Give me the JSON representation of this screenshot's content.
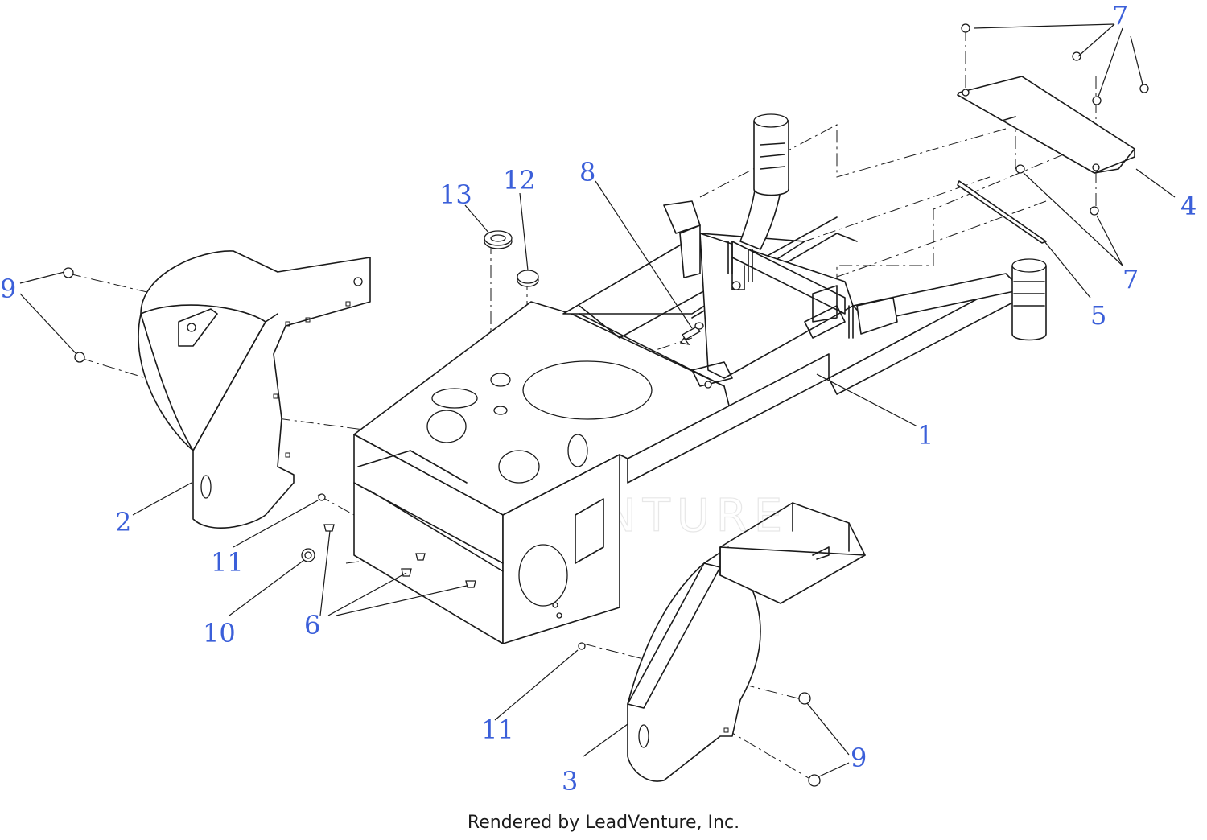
{
  "diagram": {
    "footer": "Rendered by LeadVenture, Inc.",
    "watermark": "LEADVENTURE",
    "accent_color": "#3b5fd9",
    "callouts": [
      {
        "id": "c1",
        "label": "1"
      },
      {
        "id": "c2",
        "label": "2"
      },
      {
        "id": "c3",
        "label": "3"
      },
      {
        "id": "c4",
        "label": "4"
      },
      {
        "id": "c5",
        "label": "5"
      },
      {
        "id": "c6",
        "label": "6"
      },
      {
        "id": "c7a",
        "label": "7"
      },
      {
        "id": "c7b",
        "label": "7"
      },
      {
        "id": "c8",
        "label": "8"
      },
      {
        "id": "c9a",
        "label": "9"
      },
      {
        "id": "c9b",
        "label": "9"
      },
      {
        "id": "c10",
        "label": "10"
      },
      {
        "id": "c11a",
        "label": "11"
      },
      {
        "id": "c11b",
        "label": "11"
      },
      {
        "id": "c12",
        "label": "12"
      },
      {
        "id": "c13",
        "label": "13"
      }
    ]
  }
}
